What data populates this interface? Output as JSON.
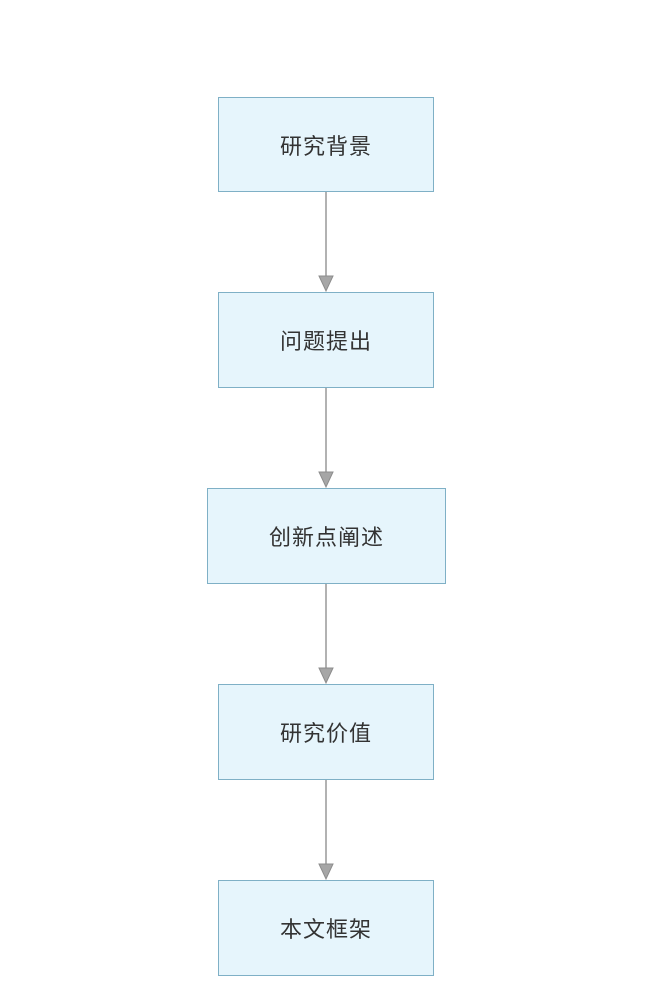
{
  "colors": {
    "node_fill": "#e6f5fc",
    "node_border": "#7fb0c6",
    "edge": "#999999",
    "text": "#333333"
  },
  "flowchart": {
    "nodes": [
      {
        "id": "n1",
        "label": "研究背景"
      },
      {
        "id": "n2",
        "label": "问题提出"
      },
      {
        "id": "n3",
        "label": "创新点阐述"
      },
      {
        "id": "n4",
        "label": "研究价值"
      },
      {
        "id": "n5",
        "label": "本文框架"
      }
    ],
    "edges": [
      {
        "from": "n1",
        "to": "n2"
      },
      {
        "from": "n2",
        "to": "n3"
      },
      {
        "from": "n3",
        "to": "n4"
      },
      {
        "from": "n4",
        "to": "n5"
      }
    ]
  }
}
